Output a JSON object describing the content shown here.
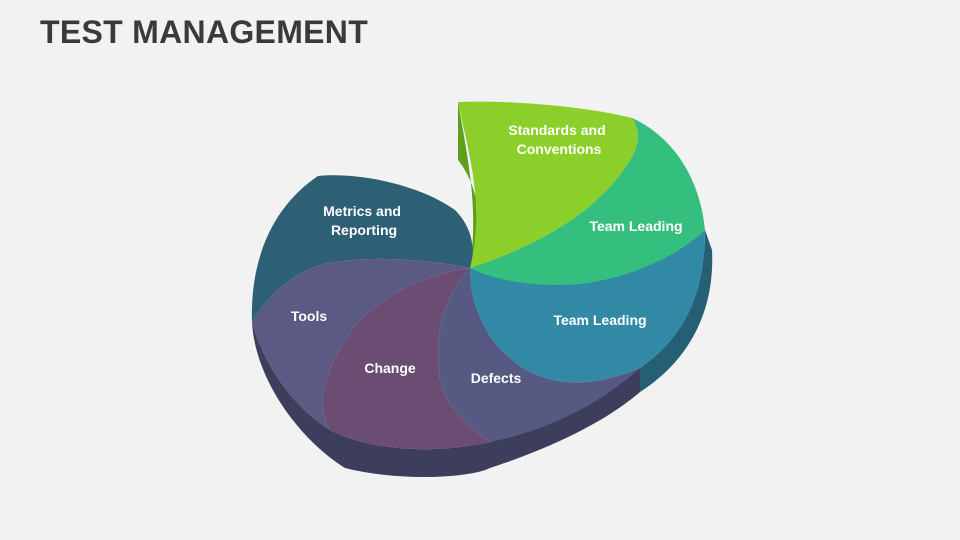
{
  "title": "TEST MANAGEMENT",
  "segments": [
    {
      "label_lines": [
        "Standards and",
        "Conventions"
      ],
      "color": "#8ccf2a"
    },
    {
      "label_lines": [
        "Team Leading"
      ],
      "color": "#35bf7f"
    },
    {
      "label_lines": [
        "Team Leading"
      ],
      "color": "#3289a6"
    },
    {
      "label_lines": [
        "Defects"
      ],
      "color": "#565a82"
    },
    {
      "label_lines": [
        "Change"
      ],
      "color": "#6b4d73"
    },
    {
      "label_lines": [
        "Tools"
      ],
      "color": "#5a5a84"
    },
    {
      "label_lines": [
        "Metrics and",
        "Reporting"
      ],
      "color": "#2d5f75"
    }
  ]
}
